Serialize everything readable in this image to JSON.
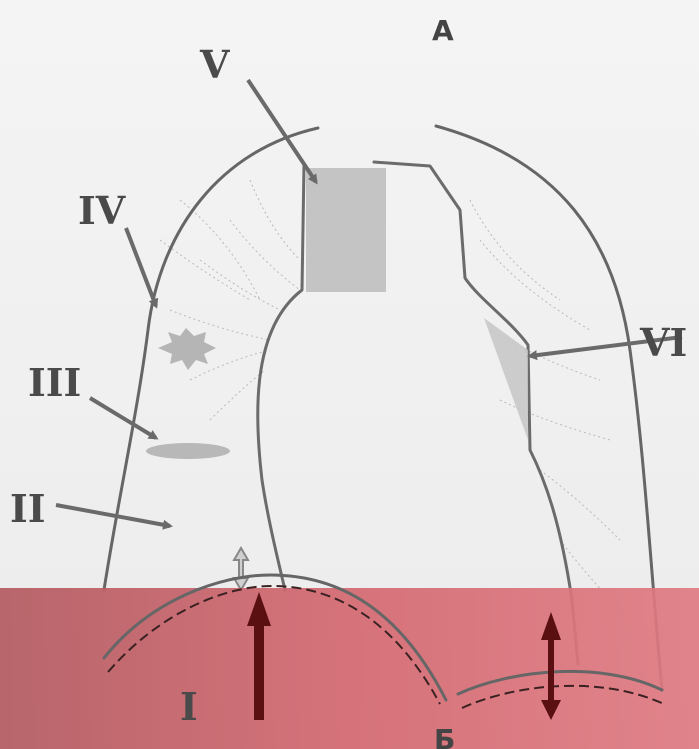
{
  "labels": {
    "A": "A",
    "V": "V",
    "IV": "IV",
    "III": "III",
    "II": "II",
    "I": "I",
    "VI": "VI",
    "B": "Б"
  },
  "colors": {
    "overlay": "#c23b47",
    "block": "#c4c4c4",
    "arrow_dark": "#5a1010",
    "line": "#666666"
  }
}
